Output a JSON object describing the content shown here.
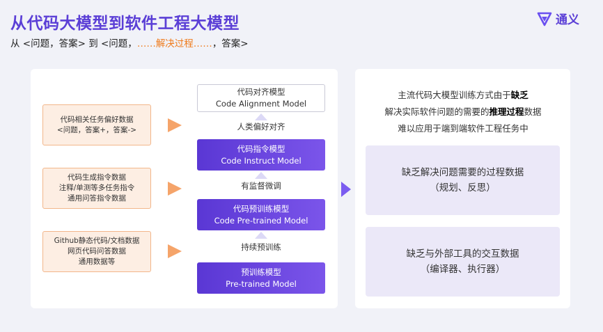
{
  "header": {
    "title": "从代码大模型到软件工程大模型",
    "subtitle_prefix": "从 <问题，答案> 到 <问题，",
    "subtitle_highlight": "……解决过程……",
    "subtitle_suffix": "，答案>",
    "logo_text": "通义"
  },
  "data_sources": [
    {
      "lines": [
        "代码相关任务偏好数据",
        "<问题，答案+，答案->"
      ]
    },
    {
      "lines": [
        "代码生成指令数据",
        "注释/单测等多任务指令",
        "通用问答指令数据"
      ]
    },
    {
      "lines": [
        "Github静态代码/文档数据",
        "网页代码问答数据",
        "通用数据等"
      ]
    }
  ],
  "models": {
    "alignment": {
      "name_cn": "代码对齐模型",
      "name_en": "Code Alignment Model"
    },
    "instruct": {
      "name_cn": "代码指令模型",
      "name_en": "Code Instruct Model"
    },
    "pretrained_code": {
      "name_cn": "代码预训练模型",
      "name_en": "Code Pre-trained Model"
    },
    "pretrained": {
      "name_cn": "预训练模型",
      "name_en": "Pre-trained Model"
    }
  },
  "steps": {
    "preference": "人类偏好对齐",
    "sft": "有监督微调",
    "continued_pretrain": "持续预训练"
  },
  "right": {
    "intro_line1_a": "主流代码大模型训练方式由于",
    "intro_line1_b": "缺乏",
    "intro_line2_a": "解决实际软件问题的需要的",
    "intro_line2_b": "推理过程",
    "intro_line2_c": "数据",
    "intro_line3": "难以应用于端到端软件工程任务中",
    "issue1_line1": "缺乏解决问题需要的过程数据",
    "issue1_line2": "（规划、反思）",
    "issue2_line1": "缺乏与外部工具的交互数据",
    "issue2_line2": "（编译器、执行器）"
  },
  "colors": {
    "brand": "#5b3fd6",
    "highlight": "#ef7a1a",
    "data_box_bg": "#fdeee3",
    "issue_bg": "#ebe8f8"
  }
}
